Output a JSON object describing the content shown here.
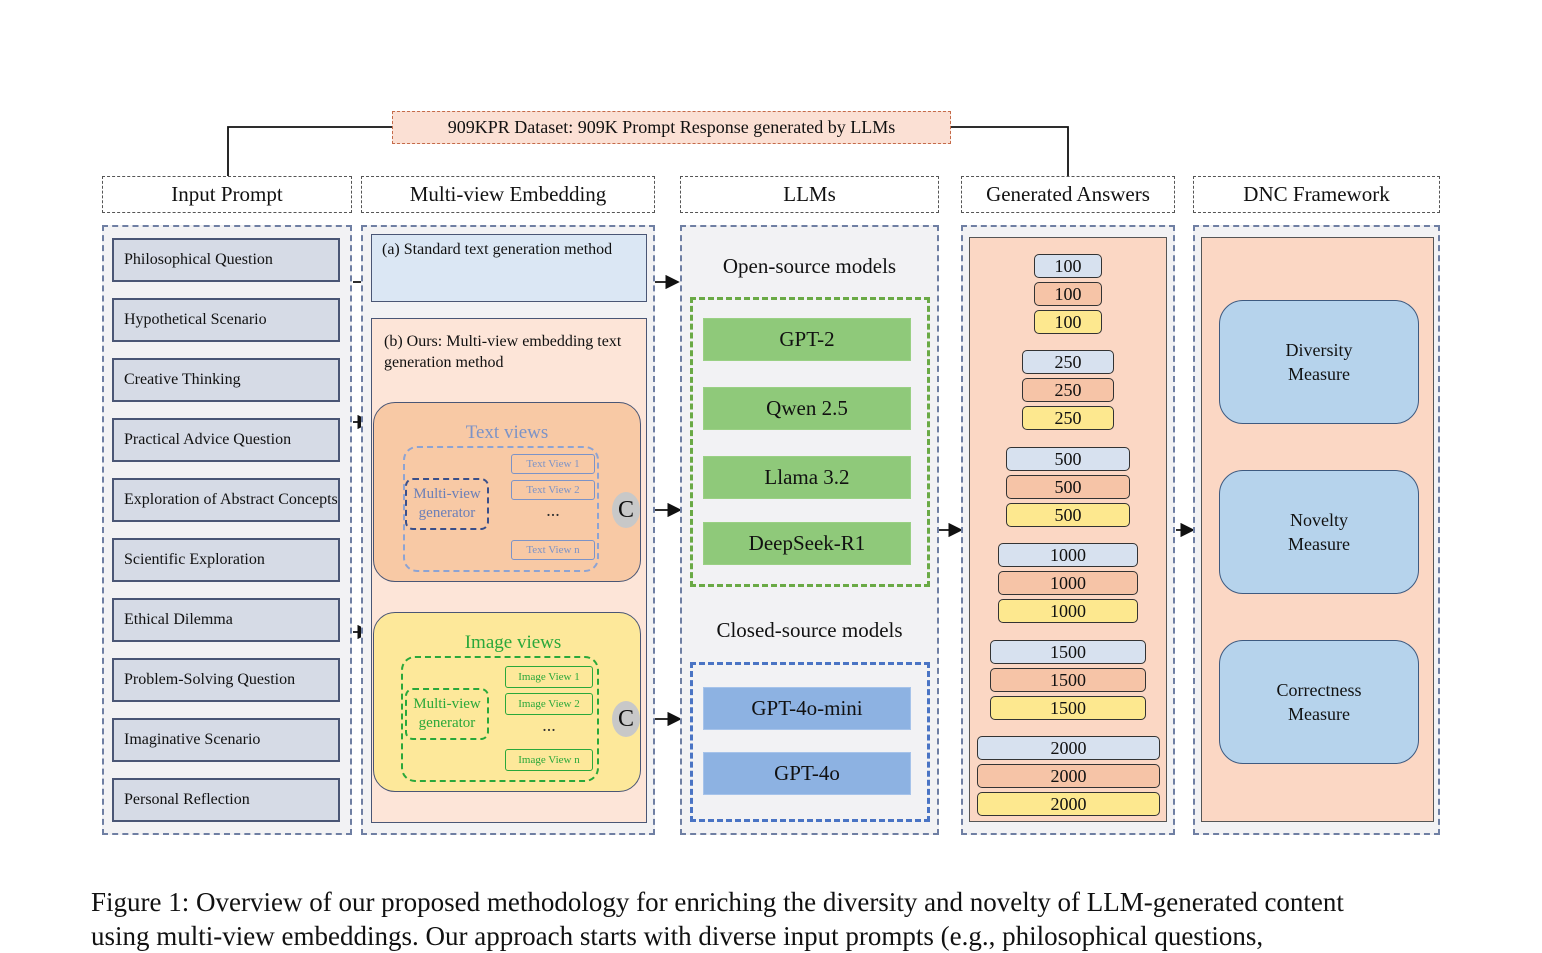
{
  "dataset_label": "909KPR Dataset: 909K Prompt Response generated by LLMs",
  "columns": {
    "input": "Input Prompt",
    "embedding": "Multi-view Embedding",
    "llms": "LLMs",
    "answers": "Generated Answers",
    "dnc": "DNC Framework"
  },
  "prompts": [
    "Philosophical Question",
    "Hypothetical Scenario",
    "Creative Thinking",
    "Practical Advice Question",
    "Exploration of Abstract Concepts",
    "Scientific Exploration",
    "Ethical Dilemma",
    "Problem-Solving Question",
    "Imaginative Scenario",
    "Personal Reflection"
  ],
  "embedding": {
    "standard": "(a) Standard text generation method",
    "ours": "(b) Ours: Multi-view embedding text generation method",
    "text_views": {
      "title": "Text views",
      "generator": "Multi-view generator",
      "views": [
        "Text View 1",
        "Text View 2",
        "Text View n"
      ],
      "dots": "...",
      "concat": "C"
    },
    "image_views": {
      "title": "Image views",
      "generator": "Multi-view generator",
      "views": [
        "Image View 1",
        "Image View 2",
        "Image View n"
      ],
      "dots": "...",
      "concat": "C"
    }
  },
  "llms": {
    "open_title": "Open-source models",
    "open": [
      "GPT-2",
      "Qwen 2.5",
      "Llama 3.2",
      "DeepSeek-R1"
    ],
    "closed_title": "Closed-source models",
    "closed": [
      "GPT-4o-mini",
      "GPT-4o"
    ]
  },
  "answers": [
    "100",
    "250",
    "500",
    "1000",
    "1500",
    "2000"
  ],
  "measures": [
    "Diversity Measure",
    "Novelty Measure",
    "Correctness Measure"
  ],
  "caption": {
    "line1": "Figure 1: Overview of our proposed methodology for enriching the diversity and novelty of LLM-generated content",
    "line2": "using multi-view embeddings. Our approach starts with diverse input prompts (e.g., philosophical questions,"
  },
  "colors": {
    "open_border": "#6aaa45",
    "closed_border": "#4a74c4",
    "text_view": "#7c93c7",
    "image_view": "#2aa83a"
  }
}
